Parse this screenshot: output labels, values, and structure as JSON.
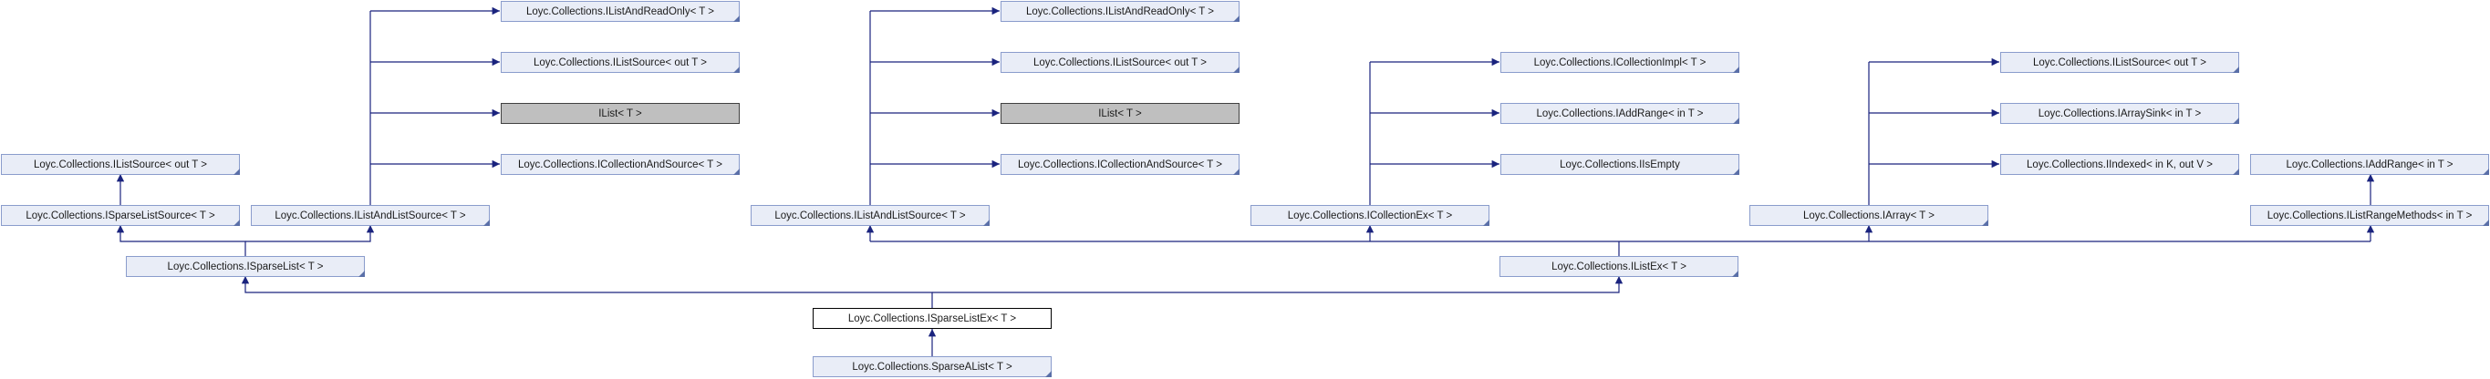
{
  "nodes": {
    "c1_ilistandreadonly": "Loyc.Collections.IListAndReadOnly< T >",
    "c1_ilistsource": "Loyc.Collections.IListSource< out T >",
    "c1_ilist": "IList< T >",
    "c1_icollectionandsource": "Loyc.Collections.ICollectionAndSource< T >",
    "c1_ilistandlistsource": "Loyc.Collections.IListAndListSource< T >",
    "ilistsource_left": "Loyc.Collections.IListSource< out T >",
    "isparselistsource": "Loyc.Collections.ISparseListSource< T >",
    "isparselist": "Loyc.Collections.ISparseList< T >",
    "c2_ilistandreadonly": "Loyc.Collections.IListAndReadOnly< T >",
    "c2_ilistsource": "Loyc.Collections.IListSource< out T >",
    "c2_ilist": "IList< T >",
    "c2_icollectionandsource": "Loyc.Collections.ICollectionAndSource< T >",
    "c2_ilistandlistsource": "Loyc.Collections.IListAndListSource< T >",
    "icollectionimpl": "Loyc.Collections.ICollectionImpl< T >",
    "iaddrange_c3": "Loyc.Collections.IAddRange< in T >",
    "isempty": "Loyc.Collections.IIsEmpty",
    "icollectionex": "Loyc.Collections.ICollectionEx< T >",
    "ilistsource_c4": "Loyc.Collections.IListSource< out T >",
    "iarraysink": "Loyc.Collections.IArraySink< in T >",
    "iindexed": "Loyc.Collections.IIndexed< in K, out V >",
    "iarray": "Loyc.Collections.IArray< T >",
    "iaddrange_c5": "Loyc.Collections.IAddRange< in T >",
    "ilistrangemethods": "Loyc.Collections.IListRangeMethods< in T >",
    "ilistex": "Loyc.Collections.IListEx< T >",
    "isparselistex": "Loyc.Collections.ISparseListEx< T >",
    "sparsealist": "Loyc.Collections.SparseAList< T >"
  },
  "colors": {
    "edge": "#1a237e",
    "node_fill": "#e9edf7",
    "node_border": "#8a9ccc"
  }
}
